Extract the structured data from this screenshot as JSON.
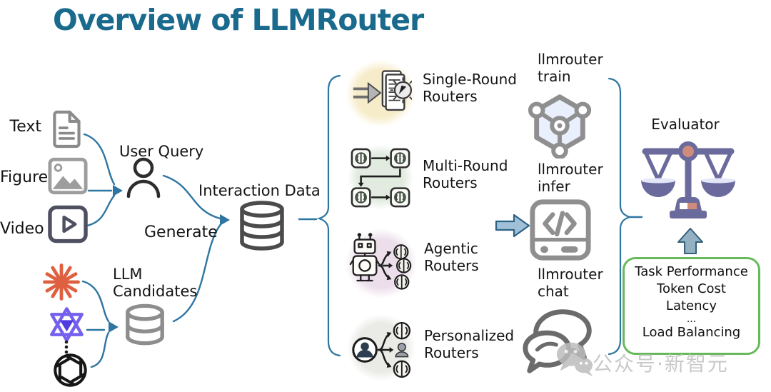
{
  "title": "Overview of LLMRouter",
  "colors": {
    "title_teal": "#1a6a8e",
    "arrow_blue": "#2e76a1",
    "green_box_border": "#67b95c",
    "watermark_gray": "#c9c9c9",
    "scale_slate": "#6a6a9c",
    "scale_salmon": "#cf8b7c"
  },
  "inputs": {
    "items": [
      {
        "label": "Text",
        "icon": "document-icon"
      },
      {
        "label": "Figure",
        "icon": "image-icon"
      },
      {
        "label": "Video",
        "icon": "video-icon"
      }
    ]
  },
  "user_query": {
    "label": "User Query",
    "icon": "person-icon"
  },
  "generate_label": "Generate",
  "llm_candidates": {
    "label": "LLM Candidates",
    "icon": "database-icon",
    "providers": [
      "anthropic-starburst-logo",
      "qwen-logo",
      "ellipsis-dots",
      "openai-logo"
    ]
  },
  "interaction_data": {
    "label": "Interaction Data",
    "icon": "database-icon"
  },
  "routers": {
    "items": [
      {
        "label": "Single-Round Routers",
        "blob_color": "#f7ecca",
        "icon": "arrow-document-gear-icon"
      },
      {
        "label": "Multi-Round Routers",
        "blob_color": "#e1ebdf",
        "icon": "chained-model-boxes-icon"
      },
      {
        "label": "Agentic Routers",
        "blob_color": "#ecdfeb",
        "icon": "robot-branching-icon"
      },
      {
        "label": "Personalized Routers",
        "blob_color": "#eaeae7",
        "icon": "user-branching-icon"
      }
    ]
  },
  "cli_tools": {
    "items": [
      {
        "label": "llmrouter train",
        "icon": "network-cube-icon"
      },
      {
        "label": "llmrouter infer",
        "icon": "code-terminal-icon"
      },
      {
        "label": "llmrouter chat",
        "icon": "chat-bubbles-icon"
      }
    ]
  },
  "evaluator": {
    "label": "Evaluator",
    "icon": "balance-scale-icon",
    "metrics": [
      "Task Performance",
      "Token Cost",
      "Latency",
      "...",
      "Load Balancing"
    ]
  },
  "watermark": {
    "text": "公众号·新智元",
    "icon": "wechat-icon"
  }
}
